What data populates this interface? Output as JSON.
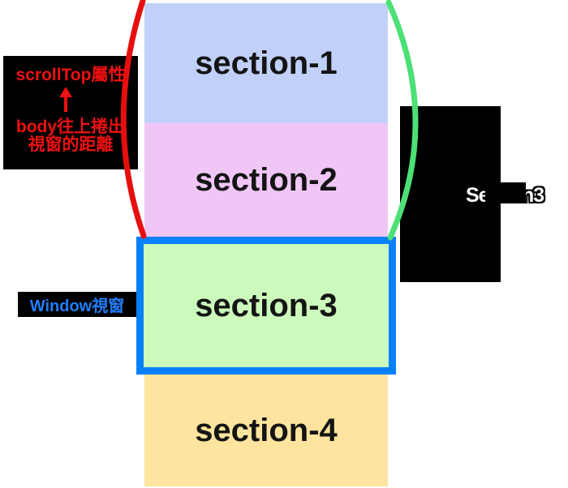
{
  "sections": [
    {
      "id": "section-1",
      "label": "section-1",
      "color": "#c0d0f8"
    },
    {
      "id": "section-2",
      "label": "section-2",
      "color": "#f0c6f7"
    },
    {
      "id": "section-3",
      "label": "section-3",
      "color": "#ccfabc"
    },
    {
      "id": "section-4",
      "label": "section-4",
      "color": "#fee49e"
    }
  ],
  "viewport": {
    "border_color": "#0880fa"
  },
  "annotations": {
    "scrolltop": {
      "line1": "scrollTop屬性",
      "arrow_icon": "up-arrow",
      "line2": "body往上捲出",
      "line3": "視窗的距離",
      "text_color": "#ee1111",
      "box_color": "#000000"
    },
    "window_label": {
      "text": "Window視窗",
      "text_color": "#1f7fff",
      "box_color": "#000000"
    },
    "right_label": {
      "text": "Section3",
      "text_color": "#ffffff",
      "box_color": "#000000"
    }
  },
  "curves": {
    "left_color": "#e60f0f",
    "right_color": "#4ce076"
  }
}
